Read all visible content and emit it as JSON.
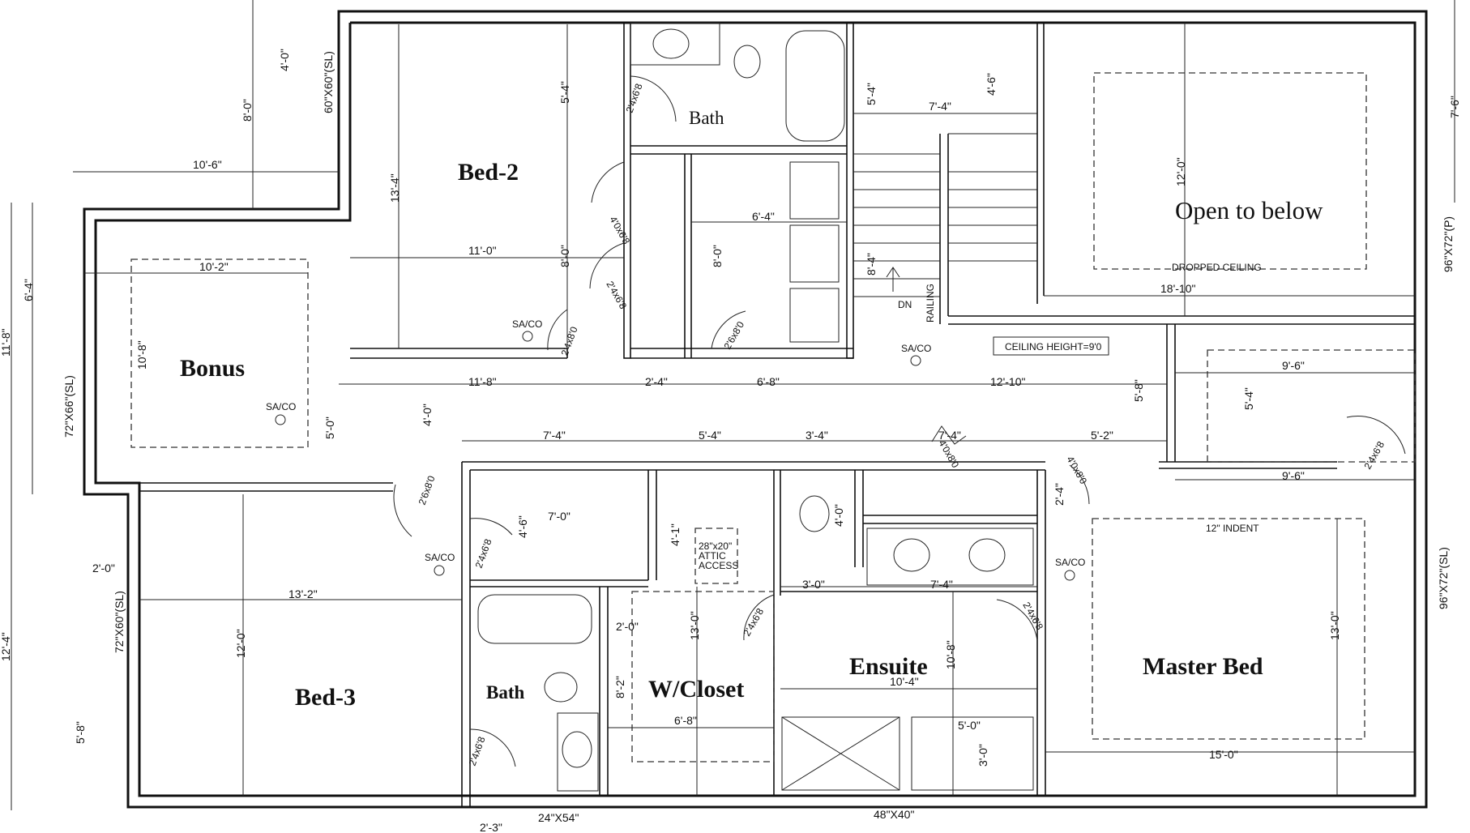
{
  "rooms": {
    "bed2": "Bed-2",
    "bath_upper": "Bath",
    "open_below": "Open to below",
    "bonus": "Bonus",
    "bed3": "Bed-3",
    "bath_lower": "Bath",
    "wcloset": "W/Closet",
    "ensuite": "Ensuite",
    "master": "Master Bed"
  },
  "notes": {
    "dropped_ceiling": "DROPPED CEILING",
    "ceiling_height": "CEILING HEIGHT=9'0",
    "indent": "12\" INDENT",
    "attic": [
      "28\"x20\"",
      "ATTIC",
      "ACCESS"
    ],
    "dn": "DN",
    "railing": "RAILING",
    "saco": "SA/CO"
  },
  "windows": {
    "w_bed2_left": "60\"X60\"(SL)",
    "w_bonus": "72\"X66\"(SL)",
    "w_bed3": "72\"X60\"(SL)",
    "w_open_right": "96\"X72\"(P)",
    "w_master_right": "96\"X72\"(SL)",
    "w_bath_bottom": "24\"X54\"",
    "w_ensuite_bottom": "48\"X40\""
  },
  "doors": {
    "d1": "2'4x6'8",
    "d2": "4'0x6'8",
    "d3": "2'4x6'8",
    "d4": "2'4x8'0",
    "d5": "2'6x8'0",
    "d6": "2'6x8'0",
    "d7": "2'4x6'8",
    "d8": "4'0x8'0",
    "d9": "4'0x8'0",
    "d10": "2'4x6'8",
    "d11": "2'4x6'8",
    "d12": "2'4x6'8",
    "d13": "2'4x6'8"
  },
  "dims": {
    "a1": "4'-0\"",
    "a2": "8'-0\"",
    "a3": "10'-6\"",
    "a4": "13'-4\"",
    "a5": "5'-4\"",
    "a6": "11'-0\"",
    "a7": "10'-2\"",
    "a8": "6'-4\"",
    "a9": "10'-8\"",
    "a10": "8'-0\"",
    "a11": "6'-4\"",
    "a12": "8'-0\"",
    "a13": "5'-4\"",
    "a14": "7'-4\"",
    "a15": "4'-6\"",
    "a16": "8'-4\"",
    "a17": "12'-0\"",
    "a18": "18'-10\"",
    "a19": "7'-6\"",
    "b1": "11'-8\"",
    "b2": "2'-4\"",
    "b3": "6'-8\"",
    "b4": "12'-10\"",
    "b5": "5'-0\"",
    "b6": "4'-0\"",
    "b7": "9'-6\"",
    "b8": "5'-4\"",
    "b9": "5'-8\"",
    "b10": "9'-6\"",
    "c1": "7'-4\"",
    "c2": "5'-4\"",
    "c3": "3'-4\"",
    "c4": "7'-4\"",
    "c5": "5'-2\"",
    "c6": "7'-0\"",
    "c7": "4'-6\"",
    "c8": "4'-1\"",
    "c9": "4'-0\"",
    "c10": "2'-4\"",
    "c11": "3'-0\"",
    "c12": "7'-4\"",
    "c13": "2'-0\"",
    "d1": "13'-2\"",
    "d2": "12'-0\"",
    "d3": "2'-0\"",
    "d4": "13'-0\"",
    "d5": "8'-2\"",
    "d6": "6'-8\"",
    "d7": "10'-4\"",
    "d8": "10'-8\"",
    "d9": "5'-0\"",
    "d10": "3'-0\"",
    "d11": "15'-0\"",
    "d12": "13'-0\"",
    "d13": "2'-3\"",
    "d14": "5'-8\"",
    "e1": "11'-8\"",
    "e2": "12'-4\""
  }
}
